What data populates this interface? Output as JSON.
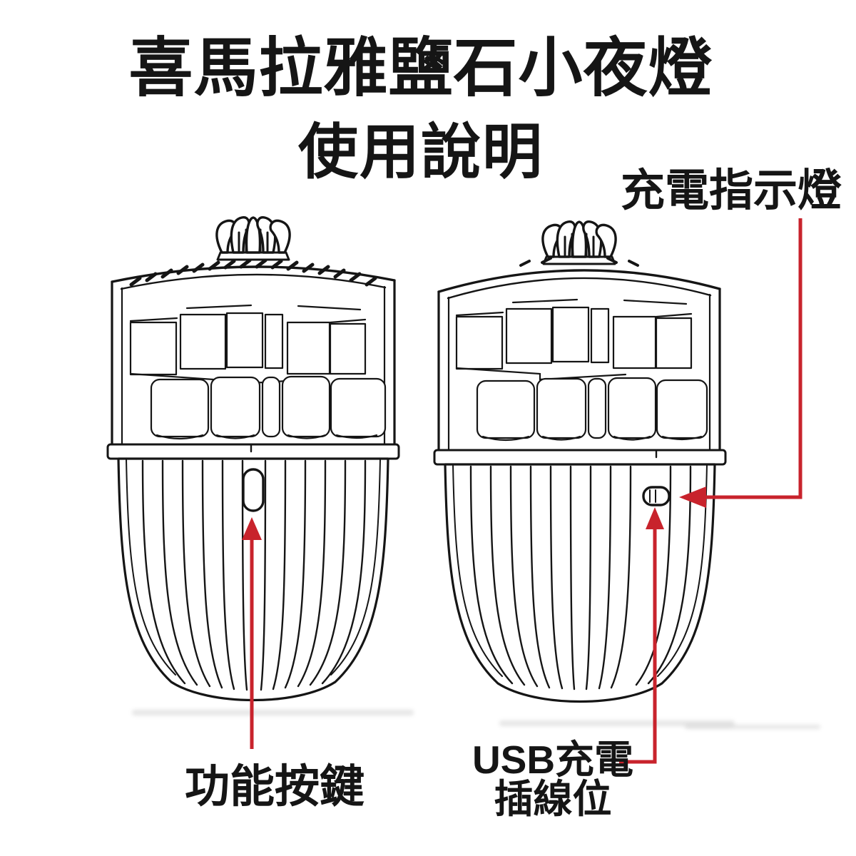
{
  "title": {
    "line1": "喜馬拉雅鹽石小夜燈",
    "line2": "使用說明"
  },
  "annotations": {
    "charge_indicator_label": "充電指示燈",
    "function_button_label": "功能按鍵",
    "usb_port_label_line1": "USB充電",
    "usb_port_label_line2": "插線位"
  },
  "colors": {
    "annotation_red": "#C8232C",
    "ink": "#151515",
    "background": "#ffffff"
  }
}
